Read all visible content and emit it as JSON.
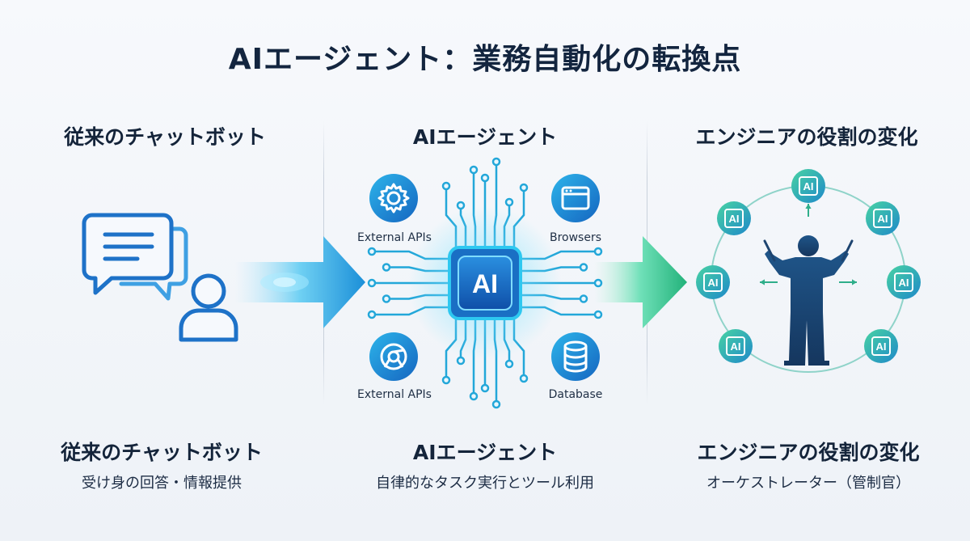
{
  "title": "AIエージェント：業務自動化の転換点",
  "columns": [
    {
      "heading": "従来のチャットボット",
      "footer_title": "従来のチャットボット",
      "footer_subtitle": "受け身の回答・情報提供"
    },
    {
      "heading": "AIエージェント",
      "footer_title": "AIエージェント",
      "footer_subtitle": "自律的なタスク実行とツール利用"
    },
    {
      "heading": "エンジニアの役割の変化",
      "footer_title": "エンジニアの役割の変化",
      "footer_subtitle": "オーケストレーター（管制官）"
    }
  ],
  "tools": {
    "top_left": "External APIs",
    "top_right": "Browsers",
    "bottom_left": "External APIs",
    "bottom_right": "Database"
  },
  "chip_label": "AI",
  "icons": {
    "chat": "chat-bubbles-icon",
    "user": "user-icon",
    "gear": "gear-icon",
    "browser": "browser-window-icon",
    "chrome": "browser-globe-icon",
    "database": "database-icon",
    "chip": "ai-chip-icon",
    "conductor": "conductor-silhouette-icon"
  },
  "colors": {
    "title": "#13253f",
    "accent_blue": "#1e7fd6",
    "accent_cyan": "#29b6e8",
    "accent_green": "#2fc08a",
    "conductor": "#1d4470"
  }
}
